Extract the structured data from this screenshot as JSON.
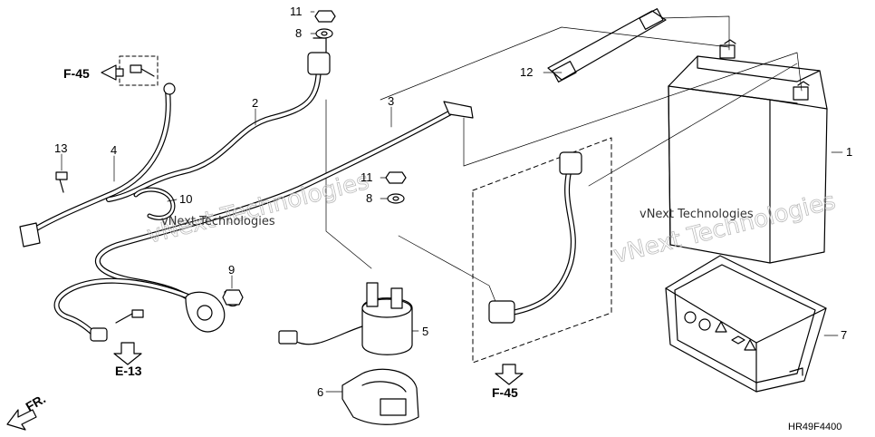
{
  "parts": [
    {
      "id": "p1",
      "label": "1"
    },
    {
      "id": "p2",
      "label": "2"
    },
    {
      "id": "p3",
      "label": "3"
    },
    {
      "id": "p4",
      "label": "4"
    },
    {
      "id": "p5",
      "label": "5"
    },
    {
      "id": "p6",
      "label": "6"
    },
    {
      "id": "p7",
      "label": "7"
    },
    {
      "id": "p8a",
      "label": "8"
    },
    {
      "id": "p8b",
      "label": "8"
    },
    {
      "id": "p9",
      "label": "9"
    },
    {
      "id": "p10",
      "label": "10"
    },
    {
      "id": "p11a",
      "label": "11"
    },
    {
      "id": "p11b",
      "label": "11"
    },
    {
      "id": "p12",
      "label": "12"
    },
    {
      "id": "p13",
      "label": "13"
    }
  ],
  "references": {
    "f45_top": "F-45",
    "f45_bottom": "F-45",
    "e13": "E-13"
  },
  "front_label": "FR.",
  "diagram_code": "HR49F4400",
  "watermark": {
    "line1": "vNext Technologies",
    "line2": "vNext Technologies"
  }
}
